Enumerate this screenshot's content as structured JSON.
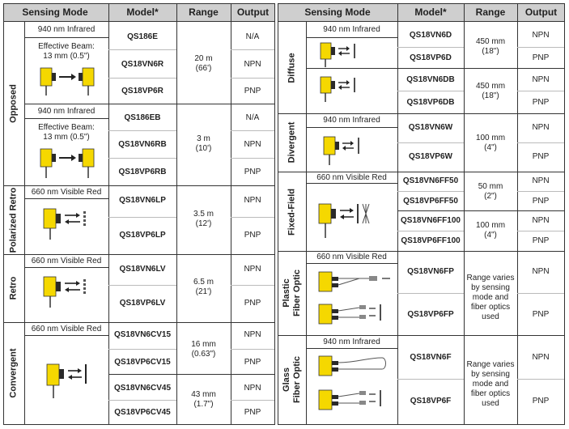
{
  "headers": {
    "sensing_mode": "Sensing Mode",
    "model": "Model*",
    "range": "Range",
    "output": "Output"
  },
  "left": {
    "opposed": {
      "mode": "Opposed",
      "group1": {
        "wavelength": "940 nm Infrared",
        "beam_line1": "Effective Beam:",
        "beam_line2": "13 mm (0.5\")",
        "range_metric": "20 m",
        "range_imperial": "(66')",
        "rows": [
          {
            "model": "QS186E",
            "output": "N/A"
          },
          {
            "model": "QS18VN6R",
            "output": "NPN"
          },
          {
            "model": "QS18VP6R",
            "output": "PNP"
          }
        ]
      },
      "group2": {
        "wavelength": "940 nm Infrared",
        "beam_line1": "Effective Beam:",
        "beam_line2": "13 mm (0.5\")",
        "range_metric": "3 m",
        "range_imperial": "(10')",
        "rows": [
          {
            "model": "QS186EB",
            "output": "N/A"
          },
          {
            "model": "QS18VN6RB",
            "output": "NPN"
          },
          {
            "model": "QS18VP6RB",
            "output": "PNP"
          }
        ]
      }
    },
    "polarized_retro": {
      "mode": "Polarized Retro",
      "wavelength": "660 nm Visible Red",
      "range_metric": "3.5 m",
      "range_imperial": "(12')",
      "rows": [
        {
          "model": "QS18VN6LP",
          "output": "NPN"
        },
        {
          "model": "QS18VP6LP",
          "output": "PNP"
        }
      ]
    },
    "retro": {
      "mode": "Retro",
      "wavelength": "660 nm Visible Red",
      "range_metric": "6.5 m",
      "range_imperial": "(21')",
      "rows": [
        {
          "model": "QS18VN6LV",
          "output": "NPN"
        },
        {
          "model": "QS18VP6LV",
          "output": "PNP"
        }
      ]
    },
    "convergent": {
      "mode": "Convergent",
      "wavelength": "660 nm Visible Red",
      "group1": {
        "range_metric": "16 mm",
        "range_imperial": "(0.63\")",
        "rows": [
          {
            "model": "QS18VN6CV15",
            "output": "NPN"
          },
          {
            "model": "QS18VP6CV15",
            "output": "PNP"
          }
        ]
      },
      "group2": {
        "range_metric": "43 mm",
        "range_imperial": "(1.7\")",
        "rows": [
          {
            "model": "QS18VN6CV45",
            "output": "NPN"
          },
          {
            "model": "QS18VP6CV45",
            "output": "PNP"
          }
        ]
      }
    }
  },
  "right": {
    "diffuse": {
      "mode": "Diffuse",
      "wavelength": "940 nm Infrared",
      "group1": {
        "range_metric": "450 mm",
        "range_imperial": "(18\")",
        "rows": [
          {
            "model": "QS18VN6D",
            "output": "NPN"
          },
          {
            "model": "QS18VP6D",
            "output": "PNP"
          }
        ]
      },
      "group2": {
        "range_metric": "450 mm",
        "range_imperial": "(18\")",
        "rows": [
          {
            "model": "QS18VN6DB",
            "output": "NPN"
          },
          {
            "model": "QS18VP6DB",
            "output": "PNP"
          }
        ]
      }
    },
    "divergent": {
      "mode": "Divergent",
      "wavelength": "940 nm Infrared",
      "range_metric": "100 mm",
      "range_imperial": "(4\")",
      "rows": [
        {
          "model": "QS18VN6W",
          "output": "NPN"
        },
        {
          "model": "QS18VP6W",
          "output": "PNP"
        }
      ]
    },
    "fixed_field": {
      "mode": "Fixed-Field",
      "wavelength": "660 nm Visible Red",
      "group1": {
        "range_metric": "50 mm",
        "range_imperial": "(2\")",
        "rows": [
          {
            "model": "QS18VN6FF50",
            "output": "NPN"
          },
          {
            "model": "QS18VP6FF50",
            "output": "PNP"
          }
        ]
      },
      "group2": {
        "range_metric": "100 mm",
        "range_imperial": "(4\")",
        "rows": [
          {
            "model": "QS18VN6FF100",
            "output": "NPN"
          },
          {
            "model": "QS18VP6FF100",
            "output": "PNP"
          }
        ]
      }
    },
    "plastic_fiber": {
      "mode_line1": "Plastic",
      "mode_line2": "Fiber Optic",
      "wavelength": "660 nm Visible Red",
      "range_note": "Range varies by sensing mode and fiber optics used",
      "rows": [
        {
          "model": "QS18VN6FP",
          "output": "NPN"
        },
        {
          "model": "QS18VP6FP",
          "output": "PNP"
        }
      ]
    },
    "glass_fiber": {
      "mode_line1": "Glass",
      "mode_line2": "Fiber Optic",
      "wavelength": "940 nm Infrared",
      "range_note": "Range varies by sensing mode and fiber optics used",
      "rows": [
        {
          "model": "QS18VN6F",
          "output": "NPN"
        },
        {
          "model": "QS18VP6F",
          "output": "PNP"
        }
      ]
    }
  },
  "colors": {
    "sensor_yellow": "#f5d800",
    "sensor_dark": "#2a2a2a",
    "header_gray": "#cfcfcf",
    "grid": "#333333"
  },
  "icons": [
    "opposed-sensor-pair-icon",
    "retro-sensor-icon",
    "convergent-sensor-icon",
    "diffuse-sensor-icon",
    "fixed-field-sensor-icon",
    "fiber-optic-sensor-icon"
  ]
}
